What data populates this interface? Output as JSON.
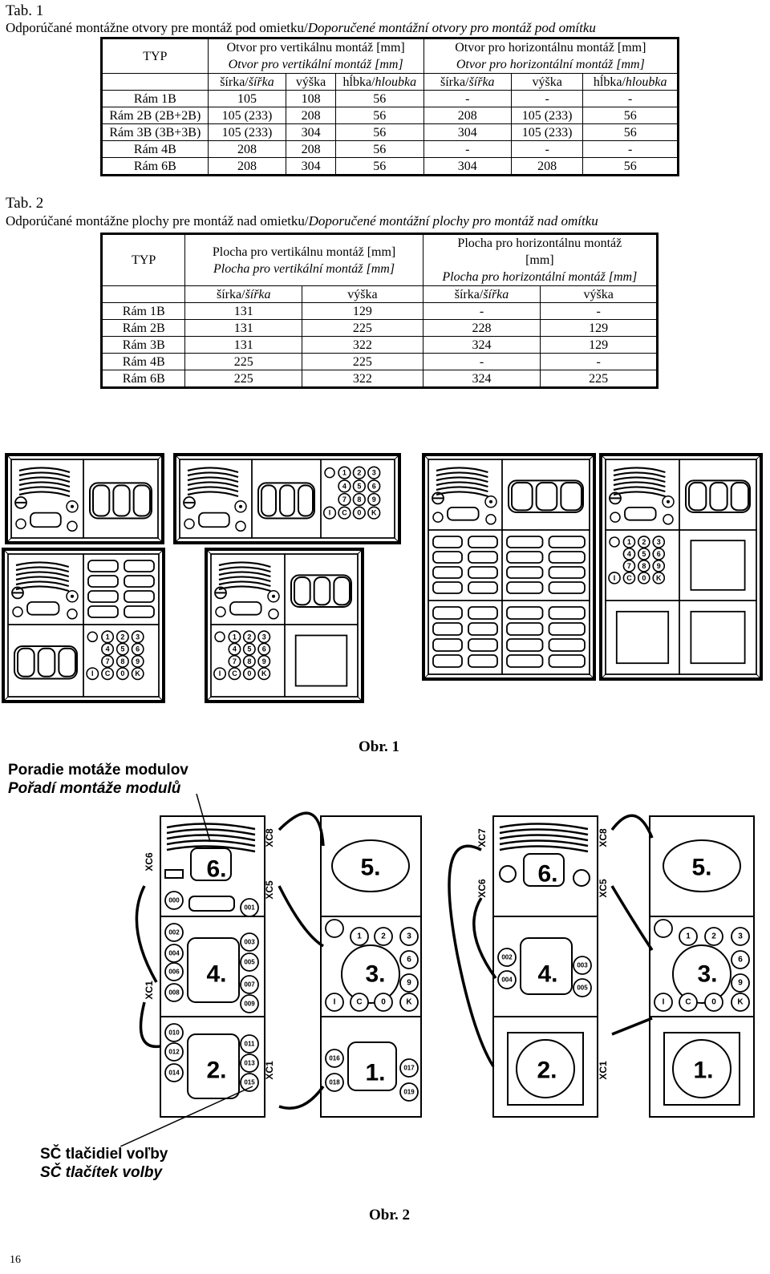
{
  "tab1": {
    "label": "Tab. 1",
    "caption_sk": "Odporúčané montážne otvory pre montáž pod omietku/",
    "caption_cs": "Doporučené montážní otvory pro montáž pod omítku",
    "typ": "TYP",
    "vert_sk": "Otvor pro vertikálnu montáž [mm]",
    "vert_cs": "Otvor pro vertikální montáž [mm]",
    "horz_sk": "Otvor pro horizontálnu montáž [mm]",
    "horz_cs": "Otvor pro horizontální montáž [mm]",
    "sub": [
      {
        "sk": "šírka/",
        "cs": "šířka"
      },
      {
        "sk": "výška",
        "cs": ""
      },
      {
        "sk": "hĺbka/",
        "cs": "hloubka"
      },
      {
        "sk": "šírka/",
        "cs": "šířka"
      },
      {
        "sk": "výška",
        "cs": ""
      },
      {
        "sk": "hĺbka/",
        "cs": "hloubka"
      }
    ],
    "rows": [
      [
        "Rám 1B",
        "105",
        "108",
        "56",
        "-",
        "-",
        "-"
      ],
      [
        "Rám 2B (2B+2B)",
        "105 (233)",
        "208",
        "56",
        "208",
        "105 (233)",
        "56"
      ],
      [
        "Rám 3B (3B+3B)",
        "105 (233)",
        "304",
        "56",
        "304",
        "105 (233)",
        "56"
      ],
      [
        "Rám 4B",
        "208",
        "208",
        "56",
        "-",
        "-",
        "-"
      ],
      [
        "Rám 6B",
        "208",
        "304",
        "56",
        "304",
        "208",
        "56"
      ]
    ]
  },
  "tab2": {
    "label": "Tab. 2",
    "caption_sk": "Odporúčané montážne plochy pre montáž nad omietku/",
    "caption_cs": "Doporučené montážní plochy pro montáž nad omítku",
    "typ": "TYP",
    "vert_sk": "Plocha pro vertikálnu montáž [mm]",
    "vert_cs": "Plocha pro vertikální montáž [mm]",
    "horz_sk1": "Plocha pro horizontálnu montáž",
    "horz_sk2": "[mm]",
    "horz_cs": "Plocha pro horizontální montáž [mm]",
    "sub": [
      {
        "sk": "šírka/",
        "cs": "šířka"
      },
      {
        "sk": "výška",
        "cs": ""
      },
      {
        "sk": "šírka/",
        "cs": "šířka"
      },
      {
        "sk": "výška",
        "cs": ""
      }
    ],
    "rows": [
      [
        "Rám 1B",
        "131",
        "129",
        "-",
        "-"
      ],
      [
        "Rám 2B",
        "131",
        "225",
        "228",
        "129"
      ],
      [
        "Rám 3B",
        "131",
        "322",
        "324",
        "129"
      ],
      [
        "Rám 4B",
        "225",
        "225",
        "-",
        "-"
      ],
      [
        "Rám 6B",
        "225",
        "322",
        "324",
        "225"
      ]
    ]
  },
  "figure1": {
    "title": "Obr. 1",
    "keypad_keys": [
      "1",
      "2",
      "3",
      "4",
      "5",
      "6",
      "7",
      "8",
      "9",
      "I",
      "C",
      "0",
      "K"
    ]
  },
  "figure2": {
    "title": "Obr. 2",
    "order_label_sk": "Poradie motáže modulov",
    "order_label_cs": "Pořadí montáže modulů",
    "button_label_sk": "SČ tlačidiel voľby",
    "button_label_cs": "SČ tlačítek volby",
    "module_numbers": [
      "6.",
      "5.",
      "4.",
      "3.",
      "2.",
      "1."
    ],
    "connectors": [
      "XC8",
      "XC6",
      "XC5",
      "XC1",
      "XC7"
    ],
    "button_codes_left": [
      "000",
      "001",
      "002",
      "003",
      "004",
      "005",
      "006",
      "007",
      "008",
      "009",
      "010",
      "011",
      "012",
      "013",
      "014",
      "015",
      "016",
      "017",
      "018",
      "019"
    ],
    "button_codes_right": [
      "002",
      "003",
      "004",
      "005"
    ]
  },
  "page_number": "16"
}
